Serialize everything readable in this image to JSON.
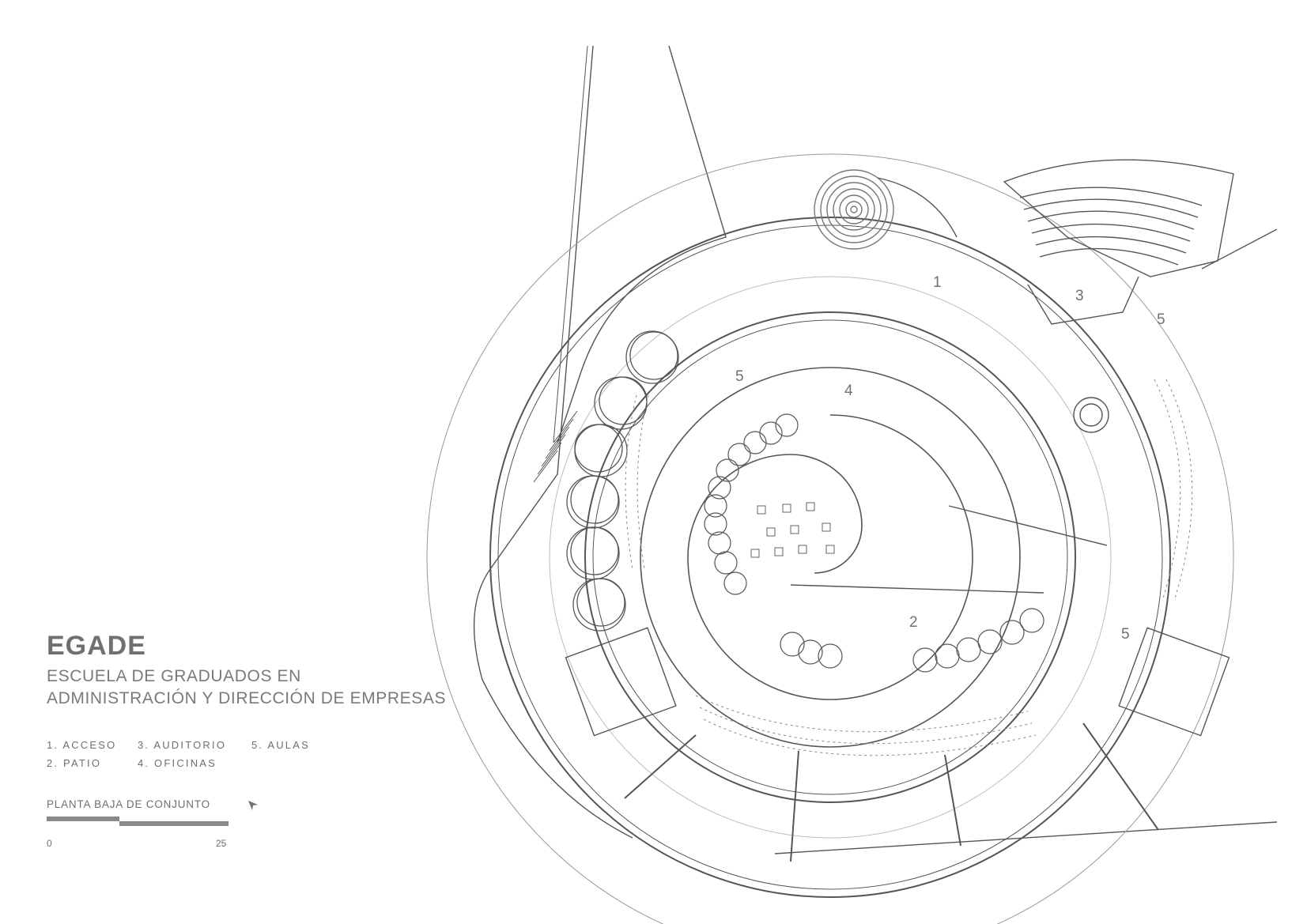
{
  "title": "EGADE",
  "subtitle": {
    "line1": "ESCUELA DE GRADUADOS EN",
    "line2": "ADMINISTRACIÓN Y DIRECCIÓN DE EMPRESAS"
  },
  "legend": {
    "items": [
      "1. ACCESO",
      "3. AUDITORIO",
      "5. AULAS",
      "2. PATIO",
      "4. OFICINAS"
    ]
  },
  "plan_label": "PLANTA BAJA DE CONJUNTO",
  "scale": {
    "min": "0",
    "max": "25"
  },
  "zone_labels": [
    "1",
    "2",
    "3",
    "4",
    "5",
    "5",
    "5"
  ],
  "icons": {
    "north": "north-arrow-icon"
  },
  "colors": {
    "line": "#555555",
    "light_line": "#bdbdbd",
    "text": "#707070"
  }
}
